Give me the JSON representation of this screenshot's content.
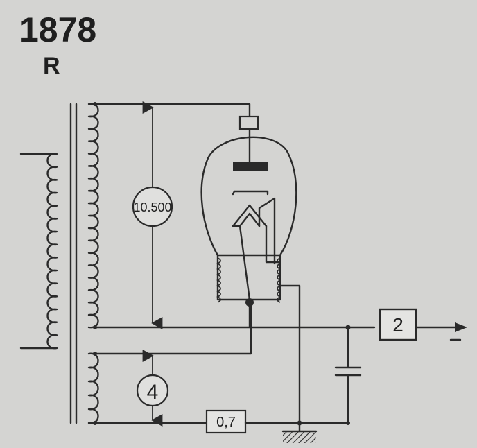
{
  "header": {
    "number": "1878",
    "letter": "R"
  },
  "labels": {
    "high_voltage": "10.500",
    "heater_voltage": "4",
    "resistor": "0,7",
    "output_box": "2"
  },
  "colors": {
    "background": "#d4d4d2",
    "ink": "#2a2a2a"
  }
}
